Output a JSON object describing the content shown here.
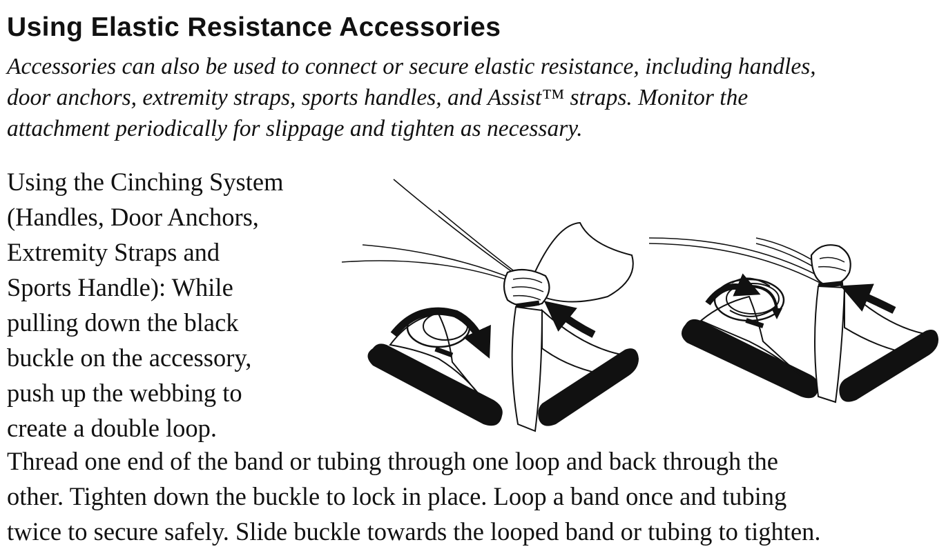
{
  "heading": "Using Elastic Resistance Accessories",
  "intro_lines": [
    "Accessories can also be used to connect or secure elastic resistance, including handles,",
    "door anchors, extremity straps, sports handles, and Assist™ straps. Monitor the",
    "attachment periodically for slippage and tighten as necessary."
  ],
  "column_lines": [
    "Using the Cinching System",
    "(Handles, Door Anchors,",
    "Extremity Straps and",
    "Sports Handle): While",
    "pulling down the black",
    "buckle on the accessory,",
    "push up the webbing to",
    "create a double loop."
  ],
  "full_lines": [
    "Thread one end of the band or tubing through one loop and back through the",
    "other. Tighten down the buckle to lock in place. Loop a band once and tubing",
    "twice to secure safely. Slide buckle towards the looped band or tubing to tighten."
  ],
  "figure": {
    "colors": {
      "ink": "#111111",
      "paper": "#ffffff"
    }
  }
}
